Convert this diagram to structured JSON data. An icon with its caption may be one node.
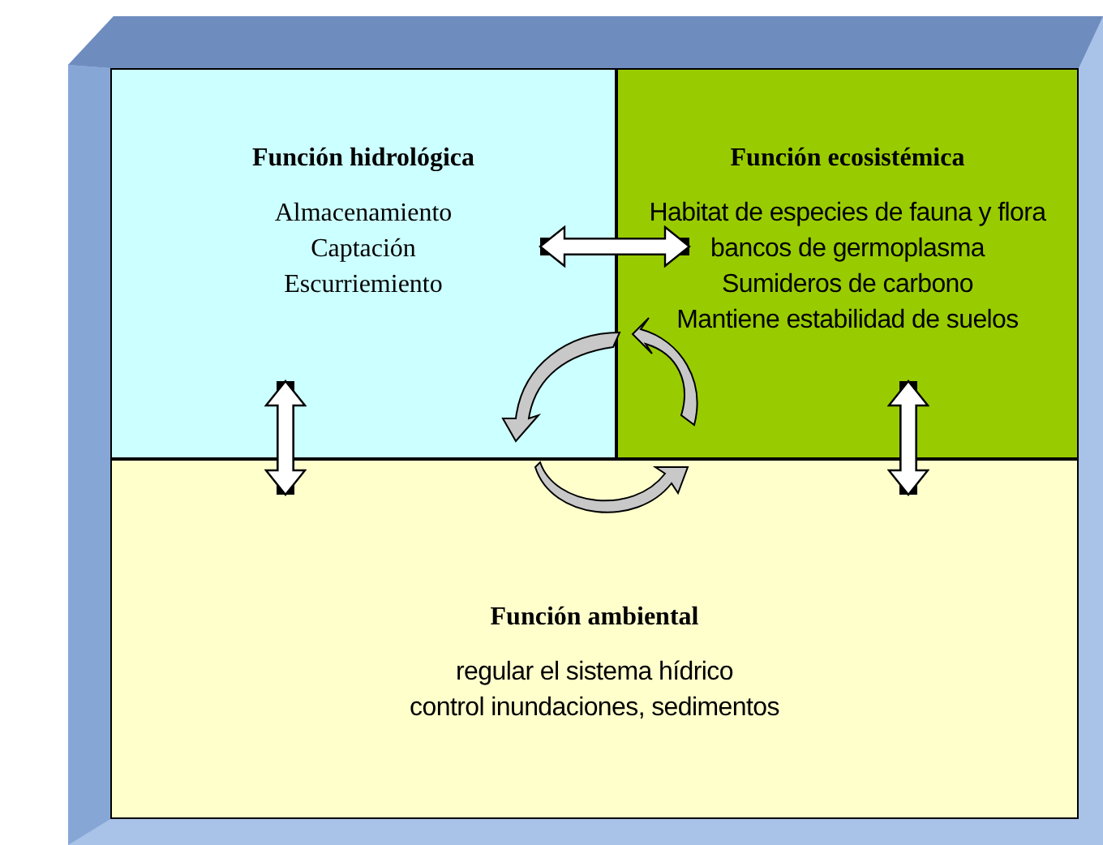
{
  "diagram": {
    "nodes": [
      {
        "text": [
          "Función hidrológica",
          "Almacenamiento",
          "Captación",
          "Escurriemiento"
        ]
      },
      {
        "text": [
          "Función ecosistémica",
          "Habitat de especies de fauna y flora",
          "bancos de germoplasma",
          "Sumideros de carbono",
          "Mantiene estabilidad de suelos"
        ]
      },
      {
        "text": [
          "Función ambiental",
          "regular el sistema hídrico",
          "control inundaciones, sedimentos"
        ]
      }
    ],
    "edges": [
      {
        "from": 0,
        "to": 1,
        "arrow": "both"
      },
      {
        "from": 0,
        "to": 2,
        "arrow": "both"
      },
      {
        "from": 1,
        "to": 2,
        "arrow": "both"
      }
    ]
  }
}
